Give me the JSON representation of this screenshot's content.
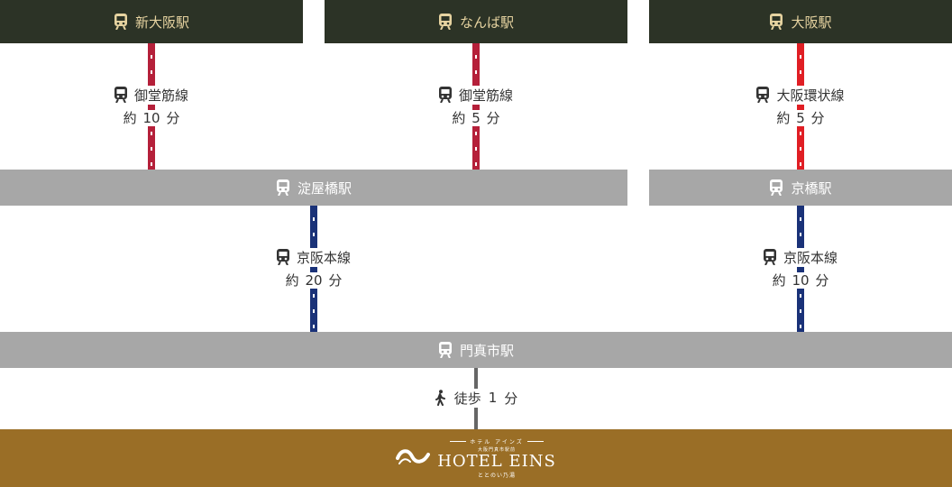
{
  "origins": [
    {
      "station": "新大阪駅"
    },
    {
      "station": "なんば駅"
    },
    {
      "station": "大阪駅"
    }
  ],
  "segments": [
    {
      "line": "御堂筋線",
      "prefix": "約",
      "minutes": "10",
      "unit": "分",
      "color": "#b5203a"
    },
    {
      "line": "御堂筋線",
      "prefix": "約",
      "minutes": "5",
      "unit": "分",
      "color": "#b5203a"
    },
    {
      "line": "大阪環状線",
      "prefix": "約",
      "minutes": "5",
      "unit": "分",
      "color": "#e01e24"
    },
    {
      "line": "京阪本線",
      "prefix": "約",
      "minutes": "20",
      "unit": "分",
      "color": "#1a3278"
    },
    {
      "line": "京阪本線",
      "prefix": "約",
      "minutes": "10",
      "unit": "分",
      "color": "#1a3278"
    }
  ],
  "transfers": [
    {
      "station": "淀屋橋駅"
    },
    {
      "station": "京橋駅"
    }
  ],
  "final_station": {
    "station": "門真市駅"
  },
  "walk": {
    "label": "徒歩",
    "minutes": "1",
    "unit": "分"
  },
  "hotel": {
    "kana": "ホテル アインズ",
    "sub": "大阪門真市駅前",
    "name": "HOTEL EINS",
    "foot": "ととのい乃湯"
  },
  "colors": {
    "origin_bar": "#2c3326",
    "origin_text": "#e6d3a0",
    "transfer_bar": "#a7a7a7",
    "footer": "#9a6e26"
  },
  "icons": {
    "train": "train-icon",
    "walk": "walking-person-icon",
    "logo": "wave-logo-icon"
  }
}
